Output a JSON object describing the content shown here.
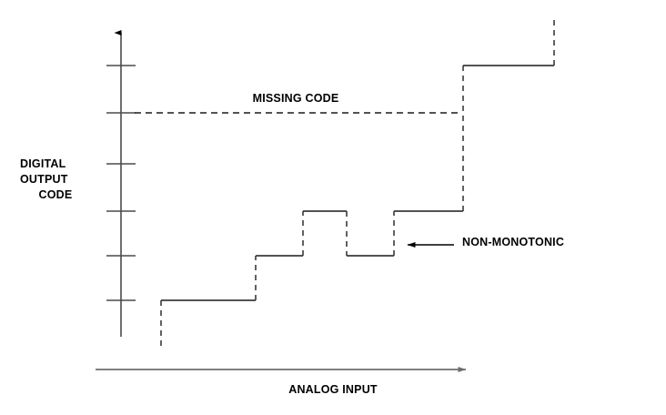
{
  "figure": {
    "title_y_axis_lines": [
      "DIGITAL",
      "OUTPUT",
      "CODE"
    ],
    "title_y_axis": "DIGITAL OUTPUT CODE",
    "title_x_axis": "ANALOG INPUT",
    "annotations": {
      "missing_code": "MISSING CODE",
      "non_monotonic": "NON-MONOTONIC"
    },
    "colors": {
      "line": "#000000",
      "axis": "#6e6e6e",
      "text": "#000000",
      "background": "#ffffff"
    }
  },
  "chart_data": {
    "type": "line",
    "title": "",
    "xlabel": "ANALOG INPUT",
    "ylabel": "DIGITAL OUTPUT CODE",
    "subtitle": "",
    "grid": false,
    "legend": "none",
    "axis_style": "arrow",
    "xlim": [
      0,
      10
    ],
    "ylim": [
      0,
      7
    ],
    "x_tick_labels": [],
    "y_tick_labels": [],
    "y_tick_count": 6,
    "y_tick_levels": [
      1,
      2,
      3,
      4,
      5,
      6
    ],
    "description": "Idealized ADC transfer function staircase showing a non-monotonic step and a missing output code.",
    "annotations": [
      {
        "text": "MISSING CODE",
        "type": "horizontal-dashed-reference",
        "y_level": 5,
        "x_start": 0,
        "x_end": 7.9
      },
      {
        "text": "NON-MONOTONIC",
        "type": "arrow-callout",
        "points_to_x": 6.55,
        "points_to_y": 2.55,
        "arrow_direction": "left"
      }
    ],
    "steps": [
      {
        "index": 0,
        "code": 1,
        "x_start": 1.35,
        "x_end": 2.95,
        "kind": "plateau"
      },
      {
        "index": 1,
        "code": 2,
        "x_start": 2.95,
        "x_end": 4.3,
        "kind": "plateau"
      },
      {
        "index": 2,
        "code": 3,
        "x_start": 4.3,
        "x_end": 5.4,
        "kind": "plateau"
      },
      {
        "index": 3,
        "code": 2,
        "x_start": 5.4,
        "x_end": 6.55,
        "kind": "plateau-dip"
      },
      {
        "index": 4,
        "code": 3,
        "x_start": 6.55,
        "x_end": 7.9,
        "kind": "plateau"
      },
      {
        "index": 5,
        "code": 6,
        "x_start": 7.9,
        "x_end": 10.0,
        "kind": "plateau-after-missing-code"
      }
    ],
    "transitions": [
      {
        "x": 1.35,
        "from_code": 0,
        "to_code": 1,
        "style": "dashed",
        "note": "entry riser below first plateau"
      },
      {
        "x": 2.95,
        "from_code": 1,
        "to_code": 2,
        "style": "dashed"
      },
      {
        "x": 4.3,
        "from_code": 2,
        "to_code": 3,
        "style": "dashed"
      },
      {
        "x": 5.4,
        "from_code": 3,
        "to_code": 2,
        "style": "dashed",
        "note": "non-monotonic downward step"
      },
      {
        "x": 6.55,
        "from_code": 2,
        "to_code": 3,
        "style": "dashed"
      },
      {
        "x": 7.9,
        "from_code": 3,
        "to_code": 6,
        "style": "dashed",
        "note": "skips code 5 - missing code"
      },
      {
        "x": 10.0,
        "from_code": 6,
        "to_code": 7,
        "style": "dashed",
        "note": "exit riser above last plateau"
      }
    ]
  }
}
